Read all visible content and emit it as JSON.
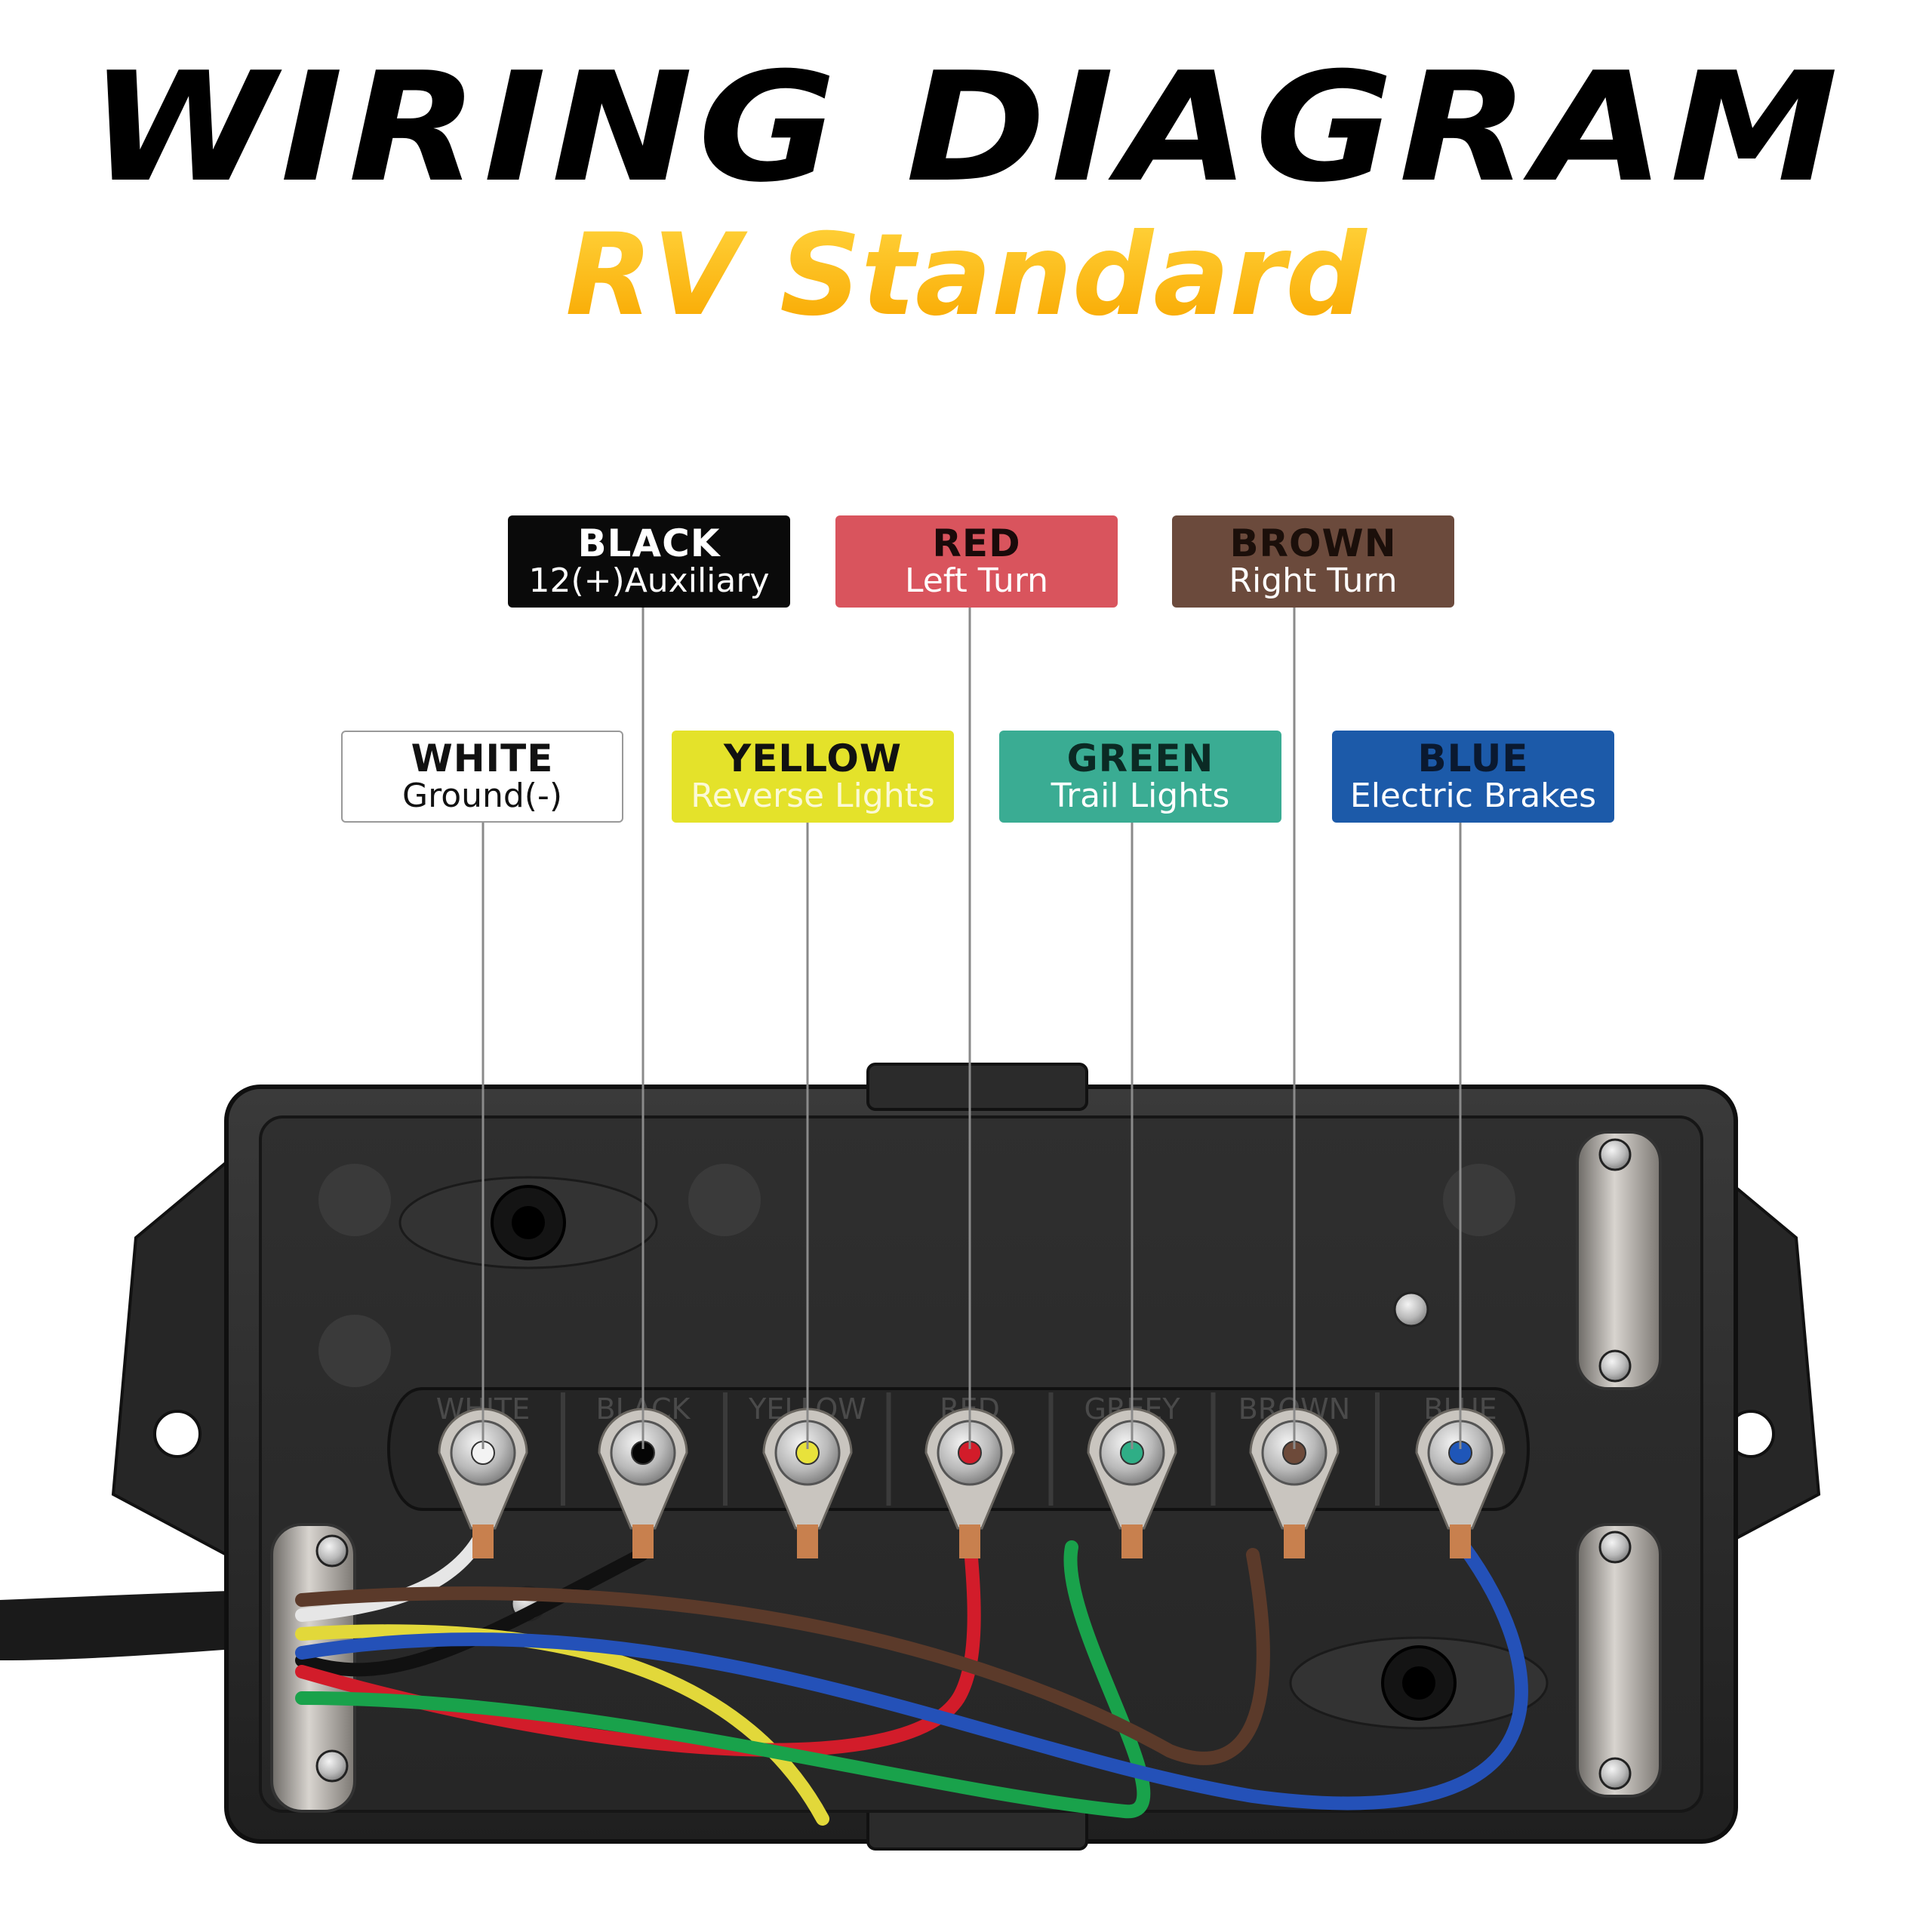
{
  "header": {
    "title": "WIRING DIAGRAM",
    "subtitle": "RV Standard"
  },
  "labels": [
    {
      "id": "white",
      "name": "WHITE",
      "function": "Ground(-)"
    },
    {
      "id": "black",
      "name": "BLACK",
      "function": "12(+)Auxiliary"
    },
    {
      "id": "yellow",
      "name": "YELLOW",
      "function": "Reverse Lights"
    },
    {
      "id": "red",
      "name": "RED",
      "function": "Left Turn"
    },
    {
      "id": "green",
      "name": "GREEN",
      "function": "Trail Lights"
    },
    {
      "id": "brown",
      "name": "BROWN",
      "function": "Right Turn"
    },
    {
      "id": "blue",
      "name": "BLUE",
      "function": "Electric Brakes"
    }
  ],
  "terminal_block_labels": [
    "WHITE",
    "BLACK",
    "YELLOW",
    "RED",
    "GREEY",
    "BROWN",
    "BLUE"
  ],
  "colors": {
    "white": "#ffffff",
    "black": "#0a0a0a",
    "yellow": "#e4e22a",
    "red": "#d9545d",
    "green": "#3aac93",
    "brown": "#6b4a3c",
    "blue": "#1c5aa9",
    "title": "#000000",
    "subtitle": "#f9b400",
    "box": "#2c2c2c"
  }
}
